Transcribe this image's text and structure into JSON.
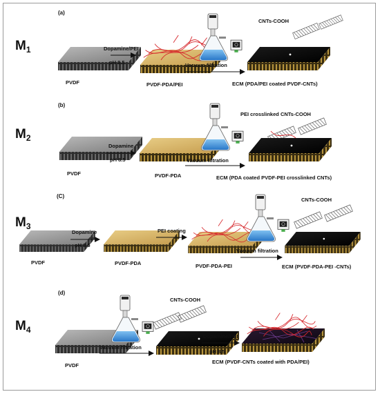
{
  "panels": [
    {
      "letter": "(a)",
      "method": "M",
      "method_sub": "1",
      "substrate_label": "PVDF",
      "step1_top": "Dopamine/PEI",
      "step1_bottom": "pH 8.5",
      "intermediate_label": "PVDF-PDA/PEI",
      "filtration_label": "Vacuum filtration",
      "cnt_label": "CNTs-COOH",
      "result_label": "ECM (PDA/PEI coated PVDF-CNTs)"
    },
    {
      "letter": "(b)",
      "method": "M",
      "method_sub": "2",
      "substrate_label": "PVDF",
      "step1_top": "Dopamine",
      "step1_bottom": "pH 8.5",
      "intermediate_label": "PVDF-PDA",
      "filtration_label": "Vacuum filtration",
      "cnt_label": "PEI crosslinked CNTs-COOH",
      "result_label": "ECM (PDA coated PVDF-PEI crosslinked CNTs)"
    },
    {
      "letter": "(C)",
      "method": "M",
      "method_sub": "3",
      "substrate_label": "PVDF",
      "step1_top": "Dopamine",
      "step1_bottom": "pH 8.5",
      "intermediate_label": "PVDF-PDA",
      "step2_top": "PEI coating",
      "intermediate2_label": "PVDF-PDA-PEI",
      "filtration_label": "Vacuum filtration",
      "cnt_label": "CNTs-COOH",
      "result_label": "ECM (PVDF-PDA-PEI -CNTs)"
    },
    {
      "letter": "(d)",
      "method": "M",
      "method_sub": "4",
      "substrate_label": "PVDF",
      "filtration_label": "Vacuum filtration",
      "cnt_label": "CNTs-COOH",
      "step1_top": "Dopamine/PEI",
      "step1_bottom": "pH 8.5",
      "result_label": "ECM (PVDF-CNTs coated with PDA/PEI)"
    }
  ],
  "colors": {
    "pvdf_top": "#9c9c9c",
    "pda_top": "#d7b56a",
    "cnt_top": "#050505",
    "side_gold": "#a88a3c",
    "fiber_red": "#d6262b",
    "liquid_blue": "#3f8fd8"
  }
}
